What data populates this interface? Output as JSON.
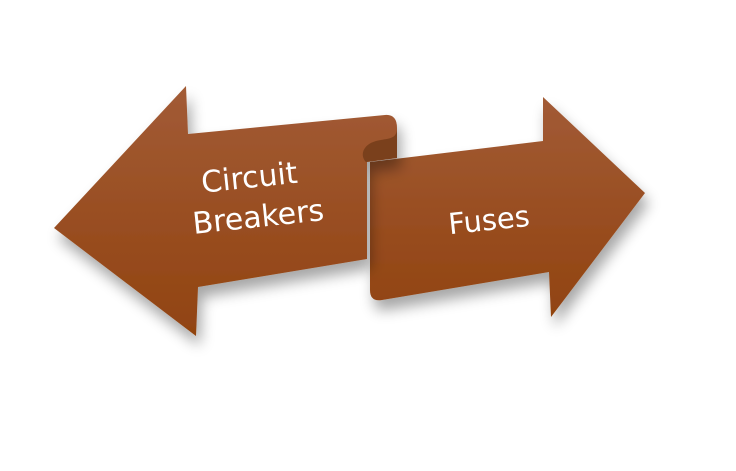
{
  "diagram": {
    "type": "double-arrow-comparison",
    "left_arrow": {
      "label_lines": [
        "Circuit",
        "Breakers"
      ],
      "direction": "left",
      "color_top": "#a25b36",
      "color_bottom": "#914310"
    },
    "right_arrow": {
      "label_lines": [
        "Fuses"
      ],
      "direction": "right",
      "color_top": "#a25b36",
      "color_bottom": "#914310"
    },
    "fold_color": "#7a3f1c",
    "text_color": "#ffffff"
  }
}
